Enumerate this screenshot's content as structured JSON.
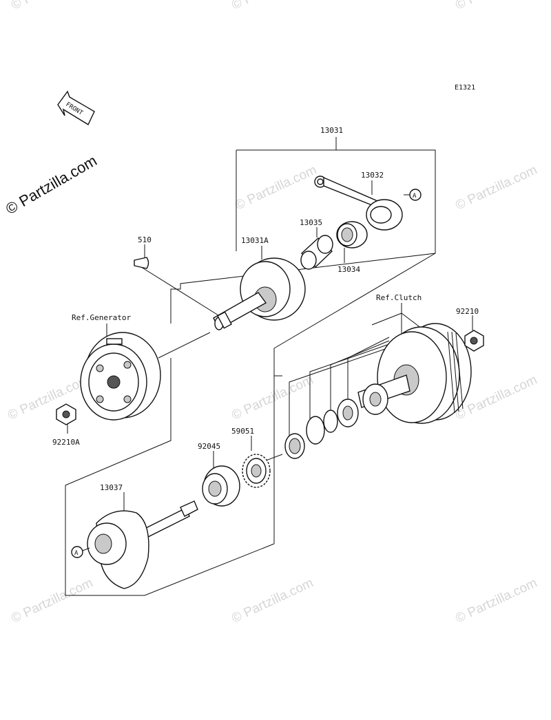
{
  "diagram": {
    "ref_code": "E1321",
    "front_label": "FRONT",
    "copyright_watermark": "© Partzilla.com",
    "faint_watermark": "© Partzilla.com",
    "callouts": {
      "p13031": "13031",
      "p13032": "13032",
      "p13035": "13035",
      "p13031A": "13031A",
      "p13034": "13034",
      "p510": "510",
      "ref_generator": "Ref.Generator",
      "ref_clutch": "Ref.Clutch",
      "p92210": "92210",
      "p92210A": "92210A",
      "p92045": "92045",
      "p59051": "59051",
      "p13037": "13037"
    },
    "ref_marker_a": "A"
  }
}
